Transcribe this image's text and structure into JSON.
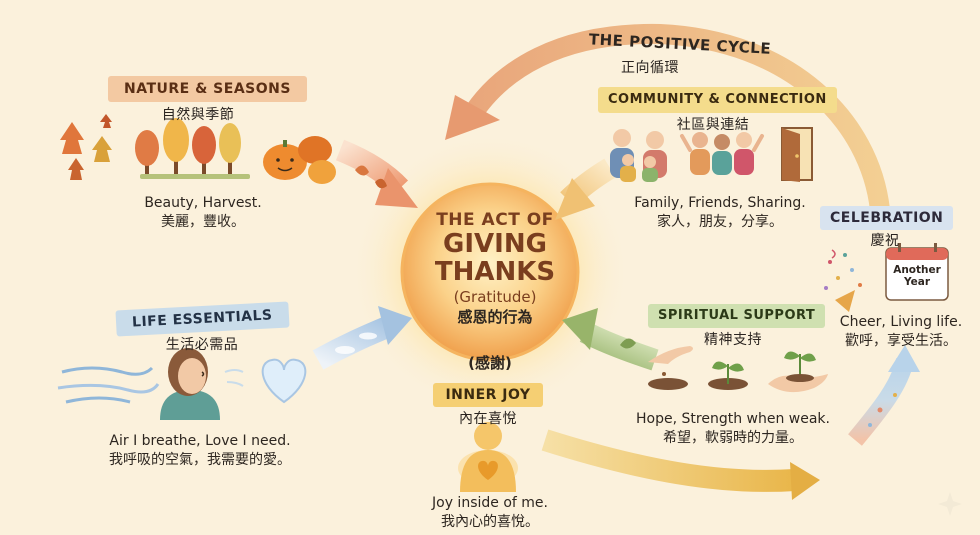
{
  "center": {
    "line1": "THE ACT OF",
    "line2": "GIVING",
    "line3": "THANKS",
    "line4": "(Gratitude)",
    "zh1": "感恩的行為",
    "zh2": "(感謝)"
  },
  "cycle": {
    "title": "THE POSITIVE CYCLE",
    "zh": "正向循環"
  },
  "nature": {
    "title": "NATURE & SEASONS",
    "zh": "自然與季節",
    "en": "Beauty, Harvest.",
    "zhcap": "美麗，豐收。"
  },
  "community": {
    "title": "COMMUNITY & CONNECTION",
    "zh": "社區與連結",
    "en": "Family, Friends, Sharing.",
    "zhcap": "家人，朋友，分享。"
  },
  "celebration": {
    "title": "CELEBRATION",
    "zh": "慶祝",
    "calendar": [
      "Another",
      "Year"
    ],
    "en": "Cheer, Living life.",
    "zhcap": "歡呼，享受生活。"
  },
  "life": {
    "title": "LIFE ESSENTIALS",
    "zh": "生活必需品",
    "en": "Air I breathe, Love I need.",
    "zhcap": "我呼吸的空氣，我需要的愛。"
  },
  "spiritual": {
    "title": "SPIRITUAL SUPPORT",
    "zh": "精神支持",
    "en": "Hope, Strength when weak.",
    "zhcap": "希望，軟弱時的力量。"
  },
  "joy": {
    "title": "INNER JOY",
    "zh": "內在喜悅",
    "en": "Joy inside of me.",
    "zhcap": "我內心的喜悅。"
  },
  "colors": {
    "background": "#fbf1dc",
    "sun": "#f2a24f",
    "nature_ribbon": "#f3c9a2",
    "community_ribbon": "#f4dc8c",
    "life_ribbon": "#c9dcea",
    "spiritual_ribbon": "#cfe0b0",
    "joy_ribbon": "#f5cf73",
    "celebration_ribbon": "#d8e3ef",
    "cycle_arrow": "#e8a673"
  },
  "icons": [
    "autumn-leaves-icon",
    "trees-icon",
    "pumpkins-icon",
    "family-icon",
    "door-icon",
    "confetti-icon",
    "calendar-icon",
    "breeze-icon",
    "breathing-woman-icon",
    "heart-icon",
    "seedling-hand-icon",
    "sprouts-icon",
    "cupped-hands-icon",
    "glowing-figure-icon",
    "sparkle-icon"
  ]
}
